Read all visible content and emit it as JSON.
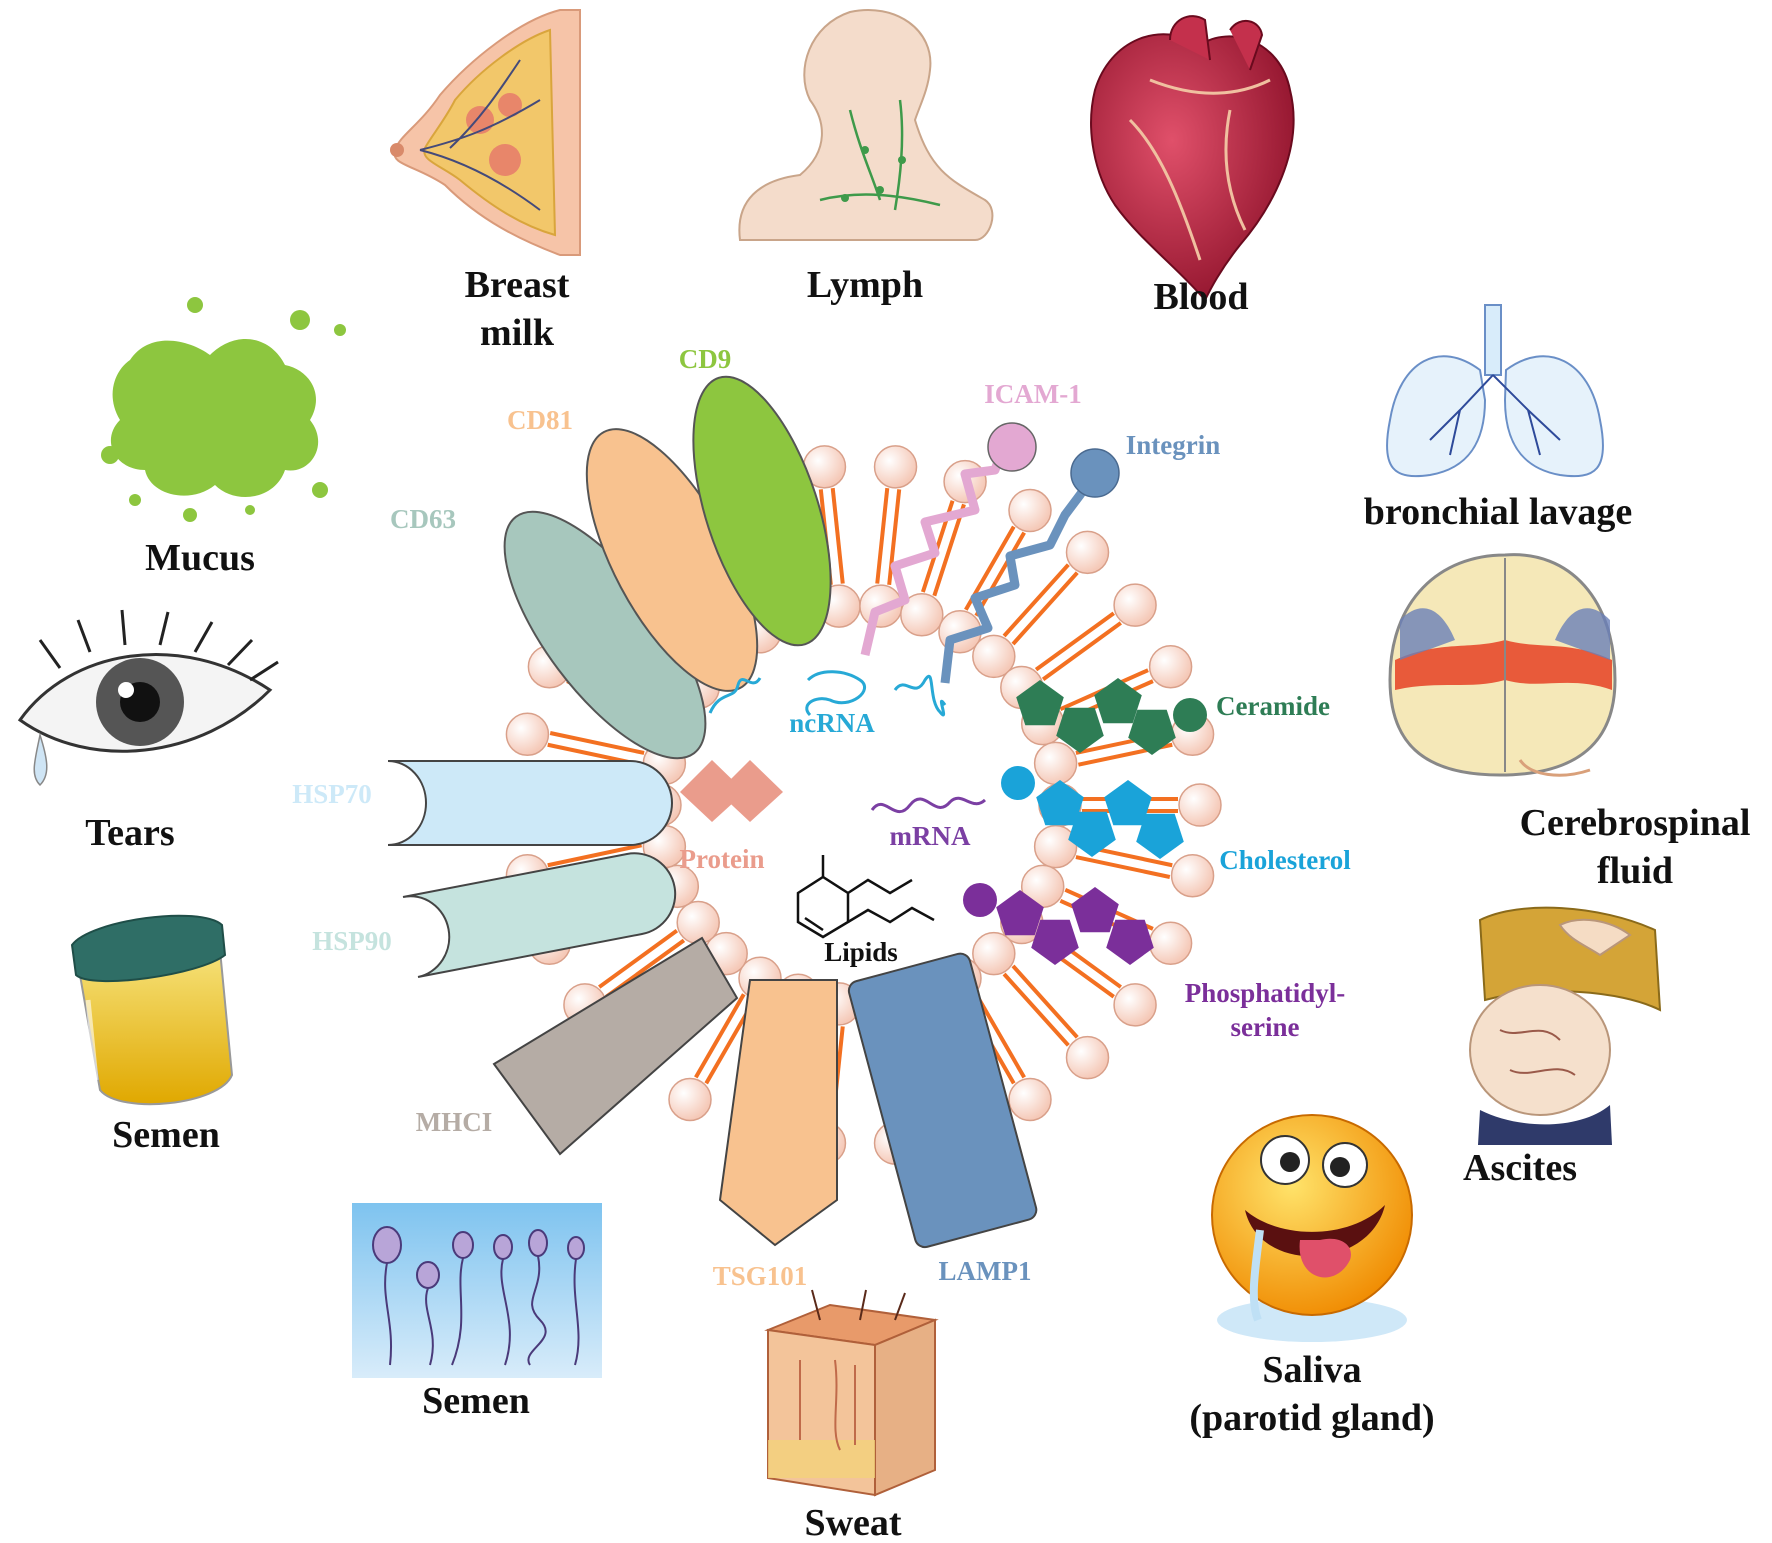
{
  "body_fluids": {
    "breast_milk": [
      "Breast",
      "milk"
    ],
    "lymph": "Lymph",
    "blood": "Blood",
    "bronchial_lavage": "bronchial lavage",
    "cerebrospinal_fluid": [
      "Cerebrospinal",
      "fluid"
    ],
    "ascites": "Ascites",
    "saliva": [
      "Saliva",
      "(parotid gland)"
    ],
    "sweat": "Sweat",
    "semen_sperm": "Semen",
    "semen_cup": "Semen",
    "tears": "Tears",
    "mucus": "Mucus"
  },
  "membrane_proteins": {
    "cd9": "CD9",
    "cd81": "CD81",
    "cd63": "CD63",
    "icam1": "ICAM-1",
    "integrin": "Integrin",
    "hsp70": "HSP70",
    "hsp90": "HSP90",
    "mhci": "MHCI",
    "tsg101": "TSG101",
    "lamp1": "LAMP1"
  },
  "membrane_lipids": {
    "ceramide": "Ceramide",
    "cholesterol": "Cholesterol",
    "phosphatidylserine": [
      "Phosphatidyl-",
      "serine"
    ]
  },
  "cargo": {
    "ncrna": "ncRNA",
    "mrna": "mRNA",
    "protein": "Protein",
    "lipids": "Lipids"
  },
  "colors": {
    "cd9": "#8dc63f",
    "cd81": "#f8c28f",
    "cd63": "#a7c7bd",
    "icam1": "#e3a8d2",
    "integrin": "#6a92bd",
    "hsp70": "#cde9f8",
    "hsp90": "#c5e3de",
    "mhci": "#b5aca5",
    "tsg101": "#f8c28f",
    "lamp1": "#6a92bd",
    "ceramide": "#2e7d55",
    "cholesterol": "#1aa3d9",
    "phosphatidylserine": "#7b2f9a",
    "ncrna": "#27a9d6",
    "mrna": "#7b3fa3",
    "protein": "#ea9c8c",
    "lipid_tail": "#f37021",
    "lipid_head": "#f8d8cc",
    "mucus": "#8dc63f",
    "blood": "#b11e3a"
  },
  "icons": {
    "breast_milk": "breast-anatomy-illustration",
    "lymph": "lymph-nodes-neck-illustration",
    "blood": "heart-illustration",
    "bronchial_lavage": "lungs-illustration",
    "cerebrospinal_fluid": "brain-illustration",
    "ascites": "swollen-abdomen-illustration",
    "saliva": "drooling-emoji-illustration",
    "sweat": "skin-cross-section-illustration",
    "semen_sperm": "sperm-cells-illustration",
    "semen_cup": "specimen-cup-illustration",
    "tears": "crying-eye-illustration",
    "mucus": "splash-illustration"
  }
}
